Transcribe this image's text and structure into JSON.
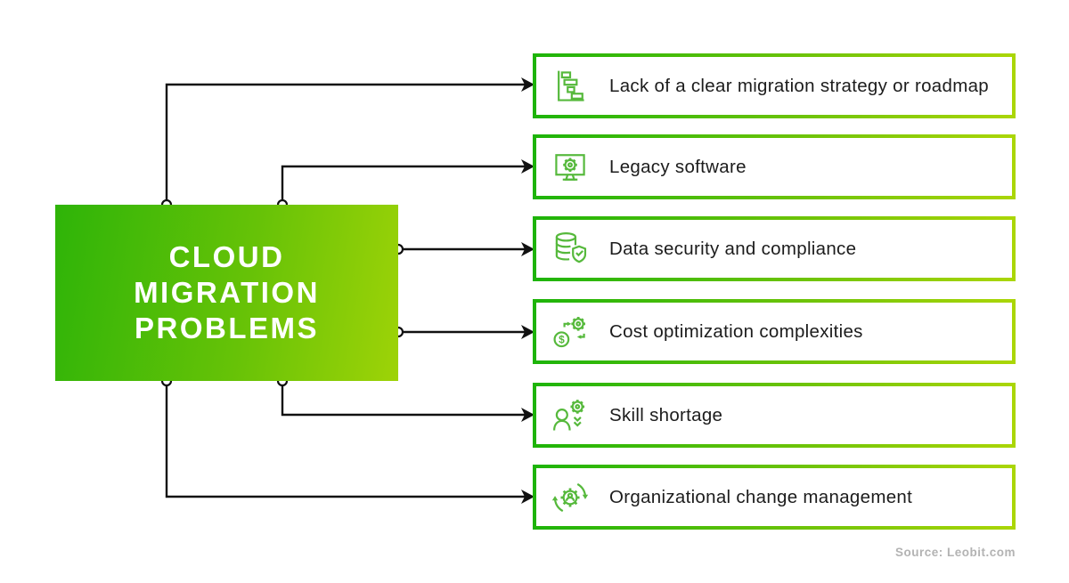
{
  "main": {
    "lines": [
      "CLOUD",
      "MIGRATION",
      "PROBLEMS"
    ]
  },
  "items": [
    {
      "label": "Lack of a clear migration strategy or roadmap",
      "icon": "gantt-roadmap-icon"
    },
    {
      "label": "Legacy software",
      "icon": "monitor-gear-icon"
    },
    {
      "label": "Data security and compliance",
      "icon": "database-shield-icon"
    },
    {
      "label": "Cost optimization complexities",
      "icon": "dollar-gear-exchange-icon"
    },
    {
      "label": "Skill shortage",
      "icon": "person-gear-shortage-icon"
    },
    {
      "label": "Organizational change management",
      "icon": "gear-cycle-icon"
    }
  ],
  "source": {
    "label": "Source: Leobit.com"
  },
  "colors": {
    "main_gradient_start": "#2eb408",
    "main_gradient_end": "#9ed307",
    "border_gradient_start": "#1db409",
    "border_gradient_end": "#abd606",
    "icon_green": "#56b93c",
    "text": "#1c1c1c",
    "connector": "#111111",
    "source_text": "#b3b3b3"
  }
}
